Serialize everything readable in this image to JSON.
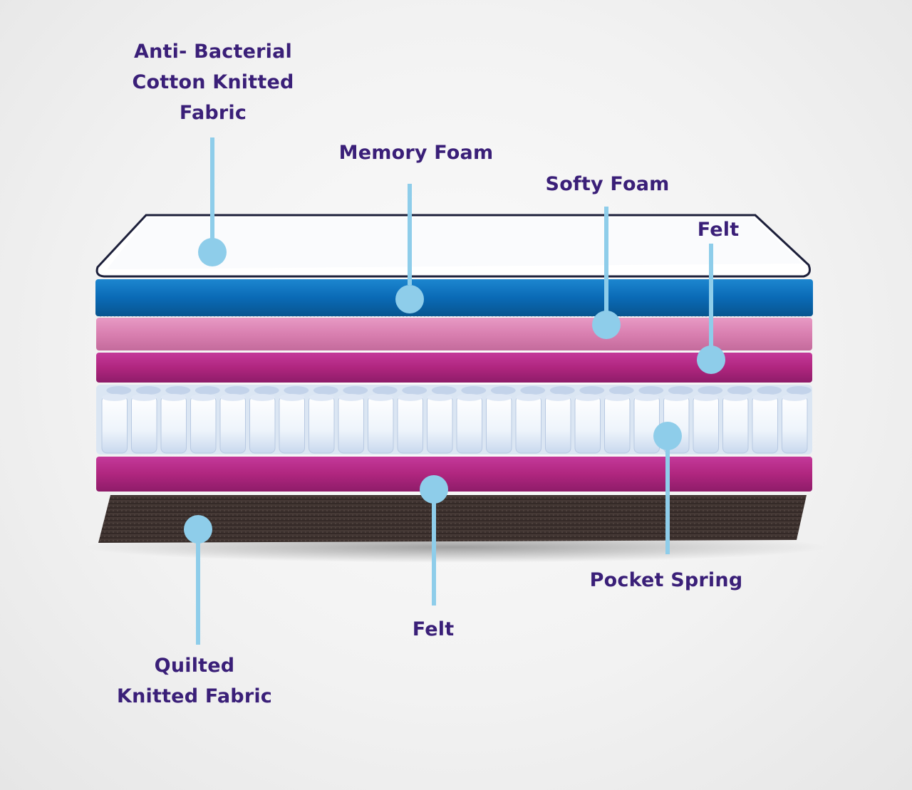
{
  "colors": {
    "label_text": "#3a1f78",
    "callout": "#8ecdea",
    "top_fabric": "#ffffff",
    "memory_foam": "#0a6ab6",
    "softy_foam": "#d97fb0",
    "felt": "#b0267f",
    "pocket_spring": "#e8f1fb",
    "quilted_fabric": "#3f3330",
    "background": "#f2f2f2"
  },
  "labels": {
    "anti_bacterial": [
      "Anti- Bacterial",
      "Cotton Knitted",
      "Fabric"
    ],
    "memory_foam": "Memory Foam",
    "softy_foam": "Softy Foam",
    "felt_top": "Felt",
    "pocket_spring": "Pocket Spring",
    "felt_bottom": "Felt",
    "quilted": [
      "Quilted",
      "Knitted Fabric"
    ]
  }
}
